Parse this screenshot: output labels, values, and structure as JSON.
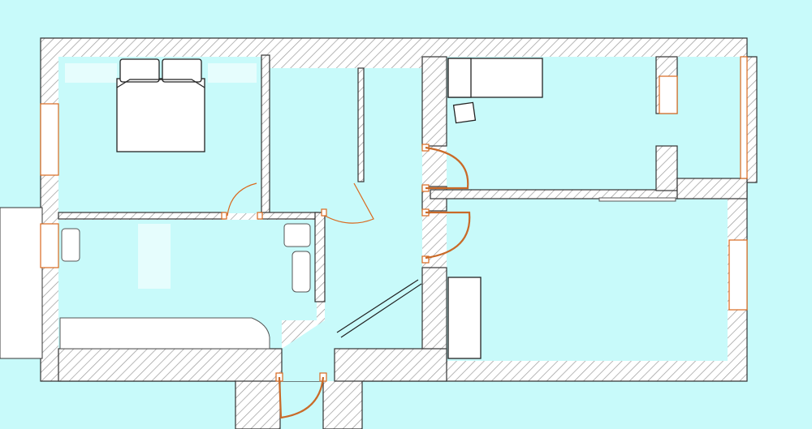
{
  "colors": {
    "background": "#c8fafa",
    "floor": "#c8fafa",
    "wall_outline": "#333333",
    "hatch": "#9a9a9a",
    "door_accent": "#d9691e",
    "furniture": "#ffffff"
  },
  "rooms": [
    "bedroom-left",
    "bathroom",
    "hallway",
    "storage",
    "bedroom-right",
    "living-room",
    "balcony"
  ],
  "icons": [
    "double-bed-icon",
    "single-bed-icon",
    "bathtub-icon",
    "toilet-icon",
    "door-swing-icon",
    "window-icon"
  ]
}
